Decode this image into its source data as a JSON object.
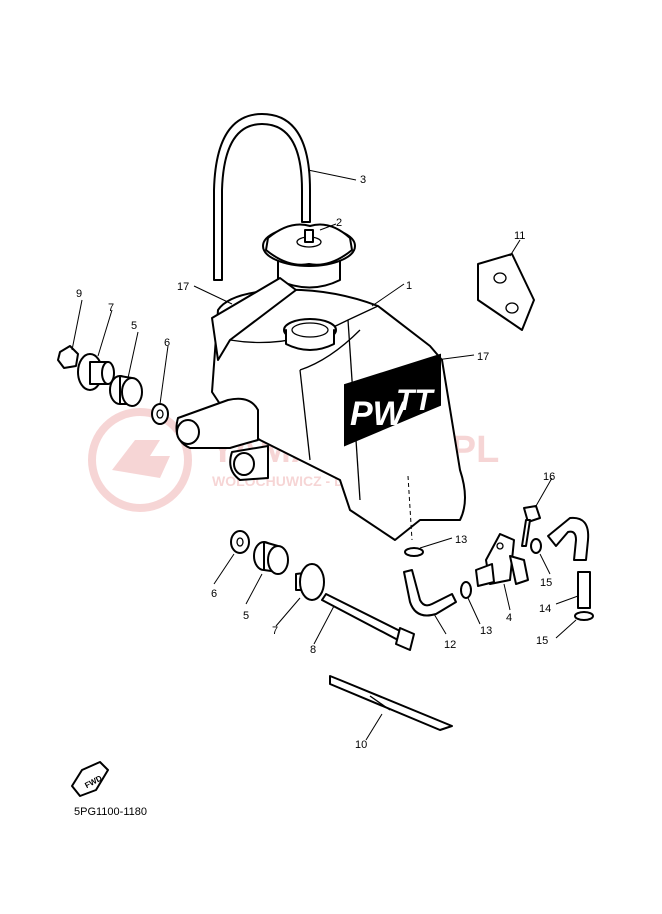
{
  "diagram": {
    "part_code": "5PG1100-1180",
    "fwd_label": "FWD",
    "decal_text": "PW",
    "decal_text_2": "TT",
    "watermark": {
      "title": "YAMASKLEP.PL",
      "subtitle": "WOLOCHUWICZ - DEALER YAMAHA",
      "color": "#e88a8a"
    },
    "callouts": [
      "1",
      "2",
      "3",
      "4",
      "5",
      "5",
      "6",
      "6",
      "7",
      "7",
      "8",
      "9",
      "10",
      "11",
      "12",
      "13",
      "13",
      "14",
      "15",
      "15",
      "16",
      "17",
      "17"
    ]
  }
}
